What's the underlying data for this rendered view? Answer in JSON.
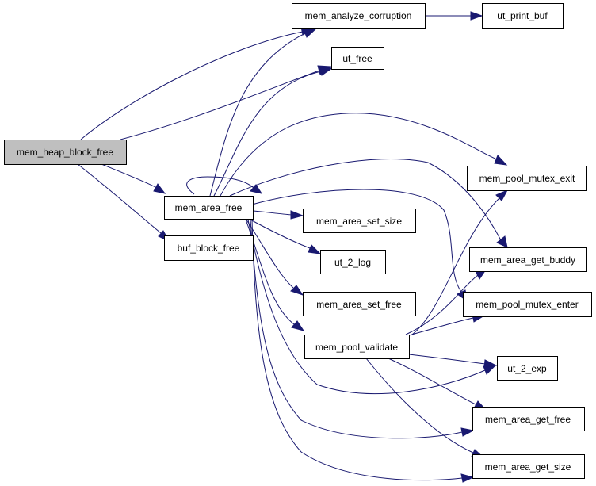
{
  "nodes": {
    "mem_heap_block_free": "mem_heap_block_free",
    "mem_area_free": "mem_area_free",
    "buf_block_free": "buf_block_free",
    "mem_analyze_corruption": "mem_analyze_corruption",
    "ut_print_buf": "ut_print_buf",
    "ut_free": "ut_free",
    "mem_area_set_size": "mem_area_set_size",
    "ut_2_log": "ut_2_log",
    "mem_area_set_free": "mem_area_set_free",
    "mem_pool_validate": "mem_pool_validate",
    "mem_pool_mutex_exit": "mem_pool_mutex_exit",
    "mem_area_get_buddy": "mem_area_get_buddy",
    "mem_pool_mutex_enter": "mem_pool_mutex_enter",
    "ut_2_exp": "ut_2_exp",
    "mem_area_get_free": "mem_area_get_free",
    "mem_area_get_size": "mem_area_get_size"
  },
  "colors": {
    "edge": "#191970",
    "root_fill": "#bfbfbf",
    "node_fill": "#ffffff"
  }
}
